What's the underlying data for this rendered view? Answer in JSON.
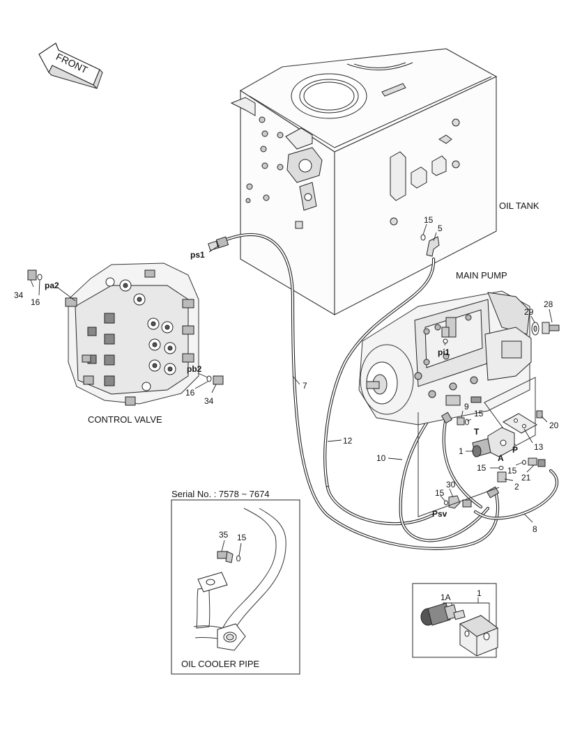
{
  "front_arrow": {
    "label": "FRONT"
  },
  "assemblies": {
    "oil_tank": "OIL TANK",
    "main_pump": "MAIN PUMP",
    "control_valve": "CONTROL VALVE"
  },
  "ports": {
    "ps1": "ps1",
    "pa2": "pa2",
    "pb2": "pb2",
    "pi1": "pi1",
    "T": "T",
    "P": "P",
    "A": "A",
    "Psv": "Psv"
  },
  "callouts": {
    "c34_top": "34",
    "c16_top": "16",
    "c16_bot": "16",
    "c34_bot": "34",
    "c15_tank": "15",
    "c5": "5",
    "c29": "29",
    "c28": "28",
    "c7": "7",
    "c12": "12",
    "c10": "10",
    "c9": "9",
    "c15_a": "15",
    "c20": "20",
    "c13": "13",
    "c1": "1",
    "c15_b": "15",
    "c15_c": "15",
    "c21": "21",
    "c2": "2",
    "c30": "30",
    "c15_d": "15",
    "c8": "8",
    "c35": "35",
    "c15_inset": "15",
    "c1A": "1A",
    "c1_inset": "1"
  },
  "serial_inset": {
    "serial_label": "Serial No. : 7578 ~ 7674",
    "caption": "OIL COOLER PIPE"
  }
}
